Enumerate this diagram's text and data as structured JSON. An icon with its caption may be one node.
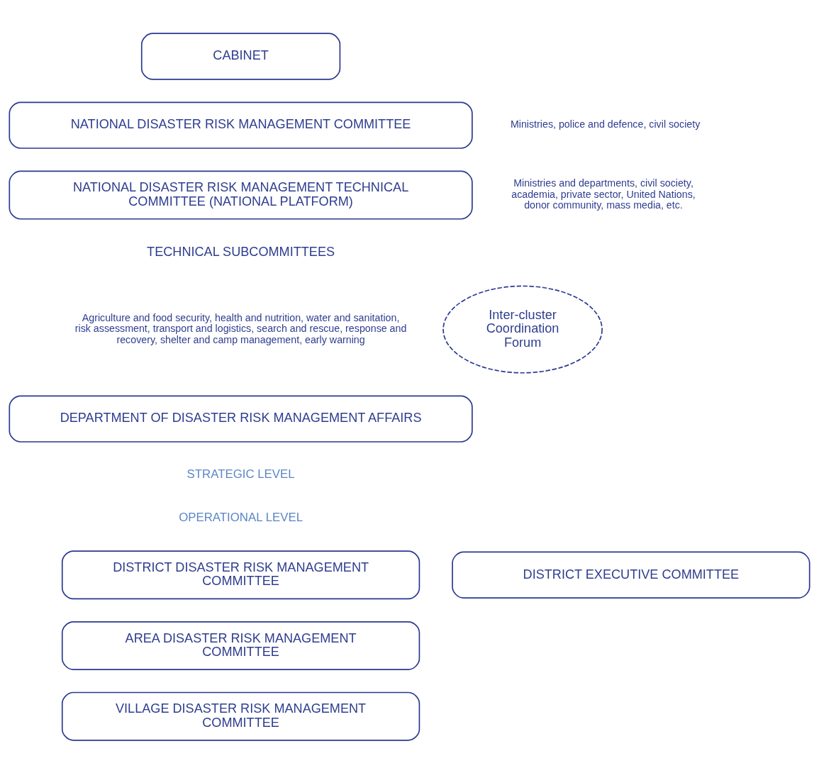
{
  "diagram": {
    "nodes": [
      {
        "text": [
          "CABINET"
        ]
      },
      {
        "text": [
          "NATIONAL DISASTER RISK MANAGEMENT COMMITTEE"
        ],
        "beside": [
          "Ministries, police and defence, civil society"
        ]
      },
      {
        "text": [
          "NATIONAL DISASTER RISK MANAGEMENT TECHNICAL COMMITTEE (NATIONAL PLATFORM)"
        ],
        "beside": [
          "Ministries and departments, civil society, academia, private sector, United Nations, donor community, mass media, etc."
        ]
      },
      {
        "text": [
          "DEPARTMENT OF DISASTER RISK MANAGEMENT AFFAIRS"
        ]
      },
      {
        "text": [
          "Inter-cluster Coordination Forum"
        ]
      },
      {
        "text": [
          "DISTRICT DISASTER RISK MANAGEMENT COMMITTEE"
        ]
      },
      {
        "text": [
          "DISTRICT EXECUTIVE COMMITTEE"
        ]
      },
      {
        "text": [
          "AREA DISASTER RISK MANAGEMENT COMMITTEE"
        ]
      },
      {
        "text": [
          "VILLAGE DISASTER RISK MANAGEMENT COMMITTEE"
        ]
      }
    ],
    "edges": [],
    "labels": [
      "TECHNICAL SUBCOMMITTEES",
      "Agriculture and food security, health and nutrition, water and sanitation, risk assessment, transport and logistics, search and rescue, response and recovery, shelter and camp management, early warning",
      "STRATEGIC LEVEL",
      "OPERATIONAL LEVEL"
    ]
  }
}
